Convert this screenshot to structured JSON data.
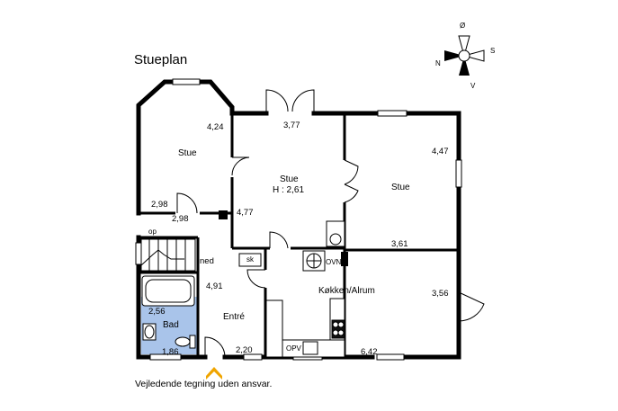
{
  "title": "Stueplan",
  "disclaimer": "Vejledende tegning uden ansvar.",
  "compass": {
    "n": "N",
    "s": "S",
    "o": "Ø",
    "v": "V"
  },
  "rooms": {
    "stue_west": "Stue",
    "stue_center": "Stue",
    "stue_center_height": "H : 2,61",
    "stue_east": "Stue",
    "kitchen": "Køkken/Alrum",
    "entrance": "Entré",
    "bath": "Bad"
  },
  "measures": {
    "m424": "4,24",
    "m377": "3,77",
    "m447": "4,47",
    "m298a": "2,98",
    "m298b": "2,98",
    "m477": "4,77",
    "m361": "3,61",
    "m491": "4,91",
    "m356": "3,56",
    "m256": "2,56",
    "m186": "1,86",
    "m220": "2,20",
    "m642": "6,42"
  },
  "fixtures": {
    "op": "op",
    "ned": "ned",
    "sk": "sk",
    "ovn": "OVN",
    "opv": "OPV"
  },
  "colors": {
    "wall": "#000000",
    "bath_floor": "#a9c4ea",
    "entrance_arrow": "#f0a500"
  }
}
